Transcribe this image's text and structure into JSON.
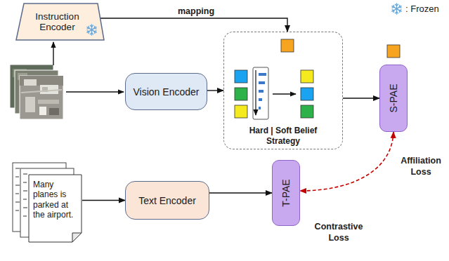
{
  "diagram": {
    "nodes": [
      {
        "text": [
          "Instruction Encoder"
        ]
      },
      {
        "text": [
          "Vision Encoder"
        ]
      },
      {
        "text": [
          "Hard | Soft Belief Strategy"
        ]
      },
      {
        "text": [
          "S-PAE"
        ]
      },
      {
        "text": [
          "Many planes is parked at the airport."
        ]
      },
      {
        "text": [
          "Text Encoder"
        ]
      },
      {
        "text": [
          "T-PAE"
        ]
      }
    ],
    "edges": [
      {
        "from": 0,
        "to": 2,
        "label": "mapping",
        "arrow": "to"
      },
      {
        "from": 1,
        "to": 2,
        "arrow": "to"
      },
      {
        "from": 2,
        "to": 3,
        "arrow": "to"
      },
      {
        "from": 4,
        "to": 5,
        "arrow": "to"
      },
      {
        "from": 5,
        "to": 6,
        "arrow": "to"
      },
      {
        "from": 3,
        "to": 6,
        "arrow": "both"
      }
    ],
    "labels": [
      "Affiliation Loss",
      "Contrastive Loss"
    ],
    "legend": [
      {
        "text": ": Frozen"
      }
    ]
  }
}
